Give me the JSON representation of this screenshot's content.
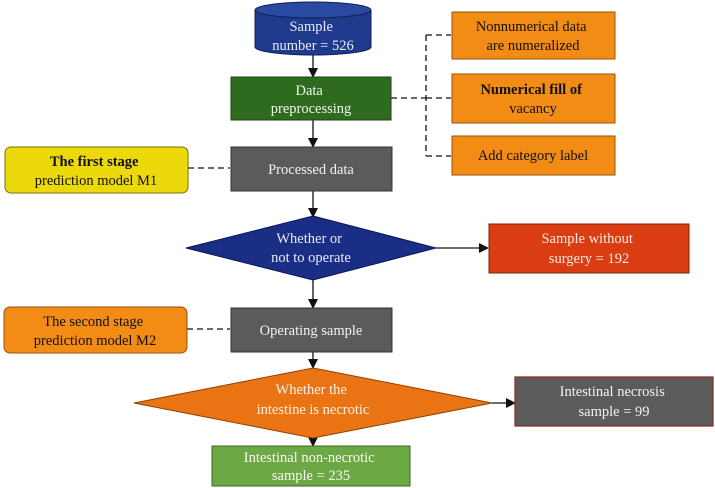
{
  "nodes": {
    "sample": {
      "lines": [
        "Sample",
        "number = 526"
      ],
      "fill": "#1f3a8c",
      "text_color": "#e8ecf8"
    },
    "preprocess": {
      "lines": [
        "Data",
        "preprocessing"
      ],
      "fill": "#2f6b1e",
      "text_color": "#f1f6ee"
    },
    "nonnumerical": {
      "lines": [
        "Nonnumerical data",
        "are numeralized"
      ],
      "fill": "#f28c14",
      "text_color": "#111111"
    },
    "numerical_fill": {
      "lines": [
        "Numerical fill of",
        "vacancy"
      ],
      "fill": "#f28c14",
      "text_color": "#111111"
    },
    "category_label": {
      "lines": [
        "Add category label"
      ],
      "fill": "#f28c14",
      "text_color": "#111111"
    },
    "stage1_model": {
      "lines": [
        "The first stage",
        "prediction model M1"
      ],
      "fill": "#ecd90c",
      "text_color": "#111111"
    },
    "processed": {
      "lines": [
        "Processed data"
      ],
      "fill": "#5b5b5b",
      "text_color": "#f2f2f2"
    },
    "operate_decision": {
      "lines": [
        "Whether or",
        "not to operate"
      ],
      "fill": "#1b2e86",
      "text_color": "#e8ecf8"
    },
    "no_surgery": {
      "lines": [
        "Sample without",
        "surgery = 192"
      ],
      "fill": "#da3d12",
      "text_color": "#fbe9e4"
    },
    "stage2_model": {
      "lines": [
        "The second stage",
        "prediction model M2"
      ],
      "fill": "#f28c14",
      "text_color": "#111111"
    },
    "operating": {
      "lines": [
        "Operating sample"
      ],
      "fill": "#5b5b5b",
      "text_color": "#f2f2f2"
    },
    "necrotic_decision": {
      "lines": [
        "Whether the",
        "intestine is necrotic"
      ],
      "fill": "#ea7414",
      "text_color": "#fdf2e6"
    },
    "necrosis": {
      "lines": [
        "Intestinal necrosis",
        "sample = 99"
      ],
      "fill": "#5b5b5b",
      "text_color": "#f2f2f2"
    },
    "non_necrotic": {
      "lines": [
        "Intestinal non-necrotic",
        "sample = 235"
      ],
      "fill": "#6ca844",
      "text_color": "#f6faf2"
    }
  }
}
